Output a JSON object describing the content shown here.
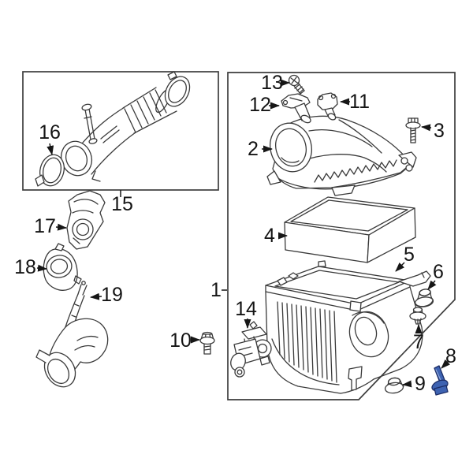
{
  "diagram": {
    "callouts": {
      "c1": "1",
      "c2": "2",
      "c3": "3",
      "c4": "4",
      "c5": "5",
      "c6": "6",
      "c7": "7",
      "c8": "8",
      "c9": "9",
      "c10": "10",
      "c11": "11",
      "c12": "12",
      "c13": "13",
      "c14": "14",
      "c15": "15",
      "c16": "16",
      "c17": "17",
      "c18": "18",
      "c19": "19"
    },
    "highlighted_callout": "8",
    "colors": {
      "background": "#ffffff",
      "line": "#3a3a3a",
      "label": "#141414",
      "highlight_fill": "#3e63b2",
      "highlight_stroke": "#1c2d66"
    }
  }
}
